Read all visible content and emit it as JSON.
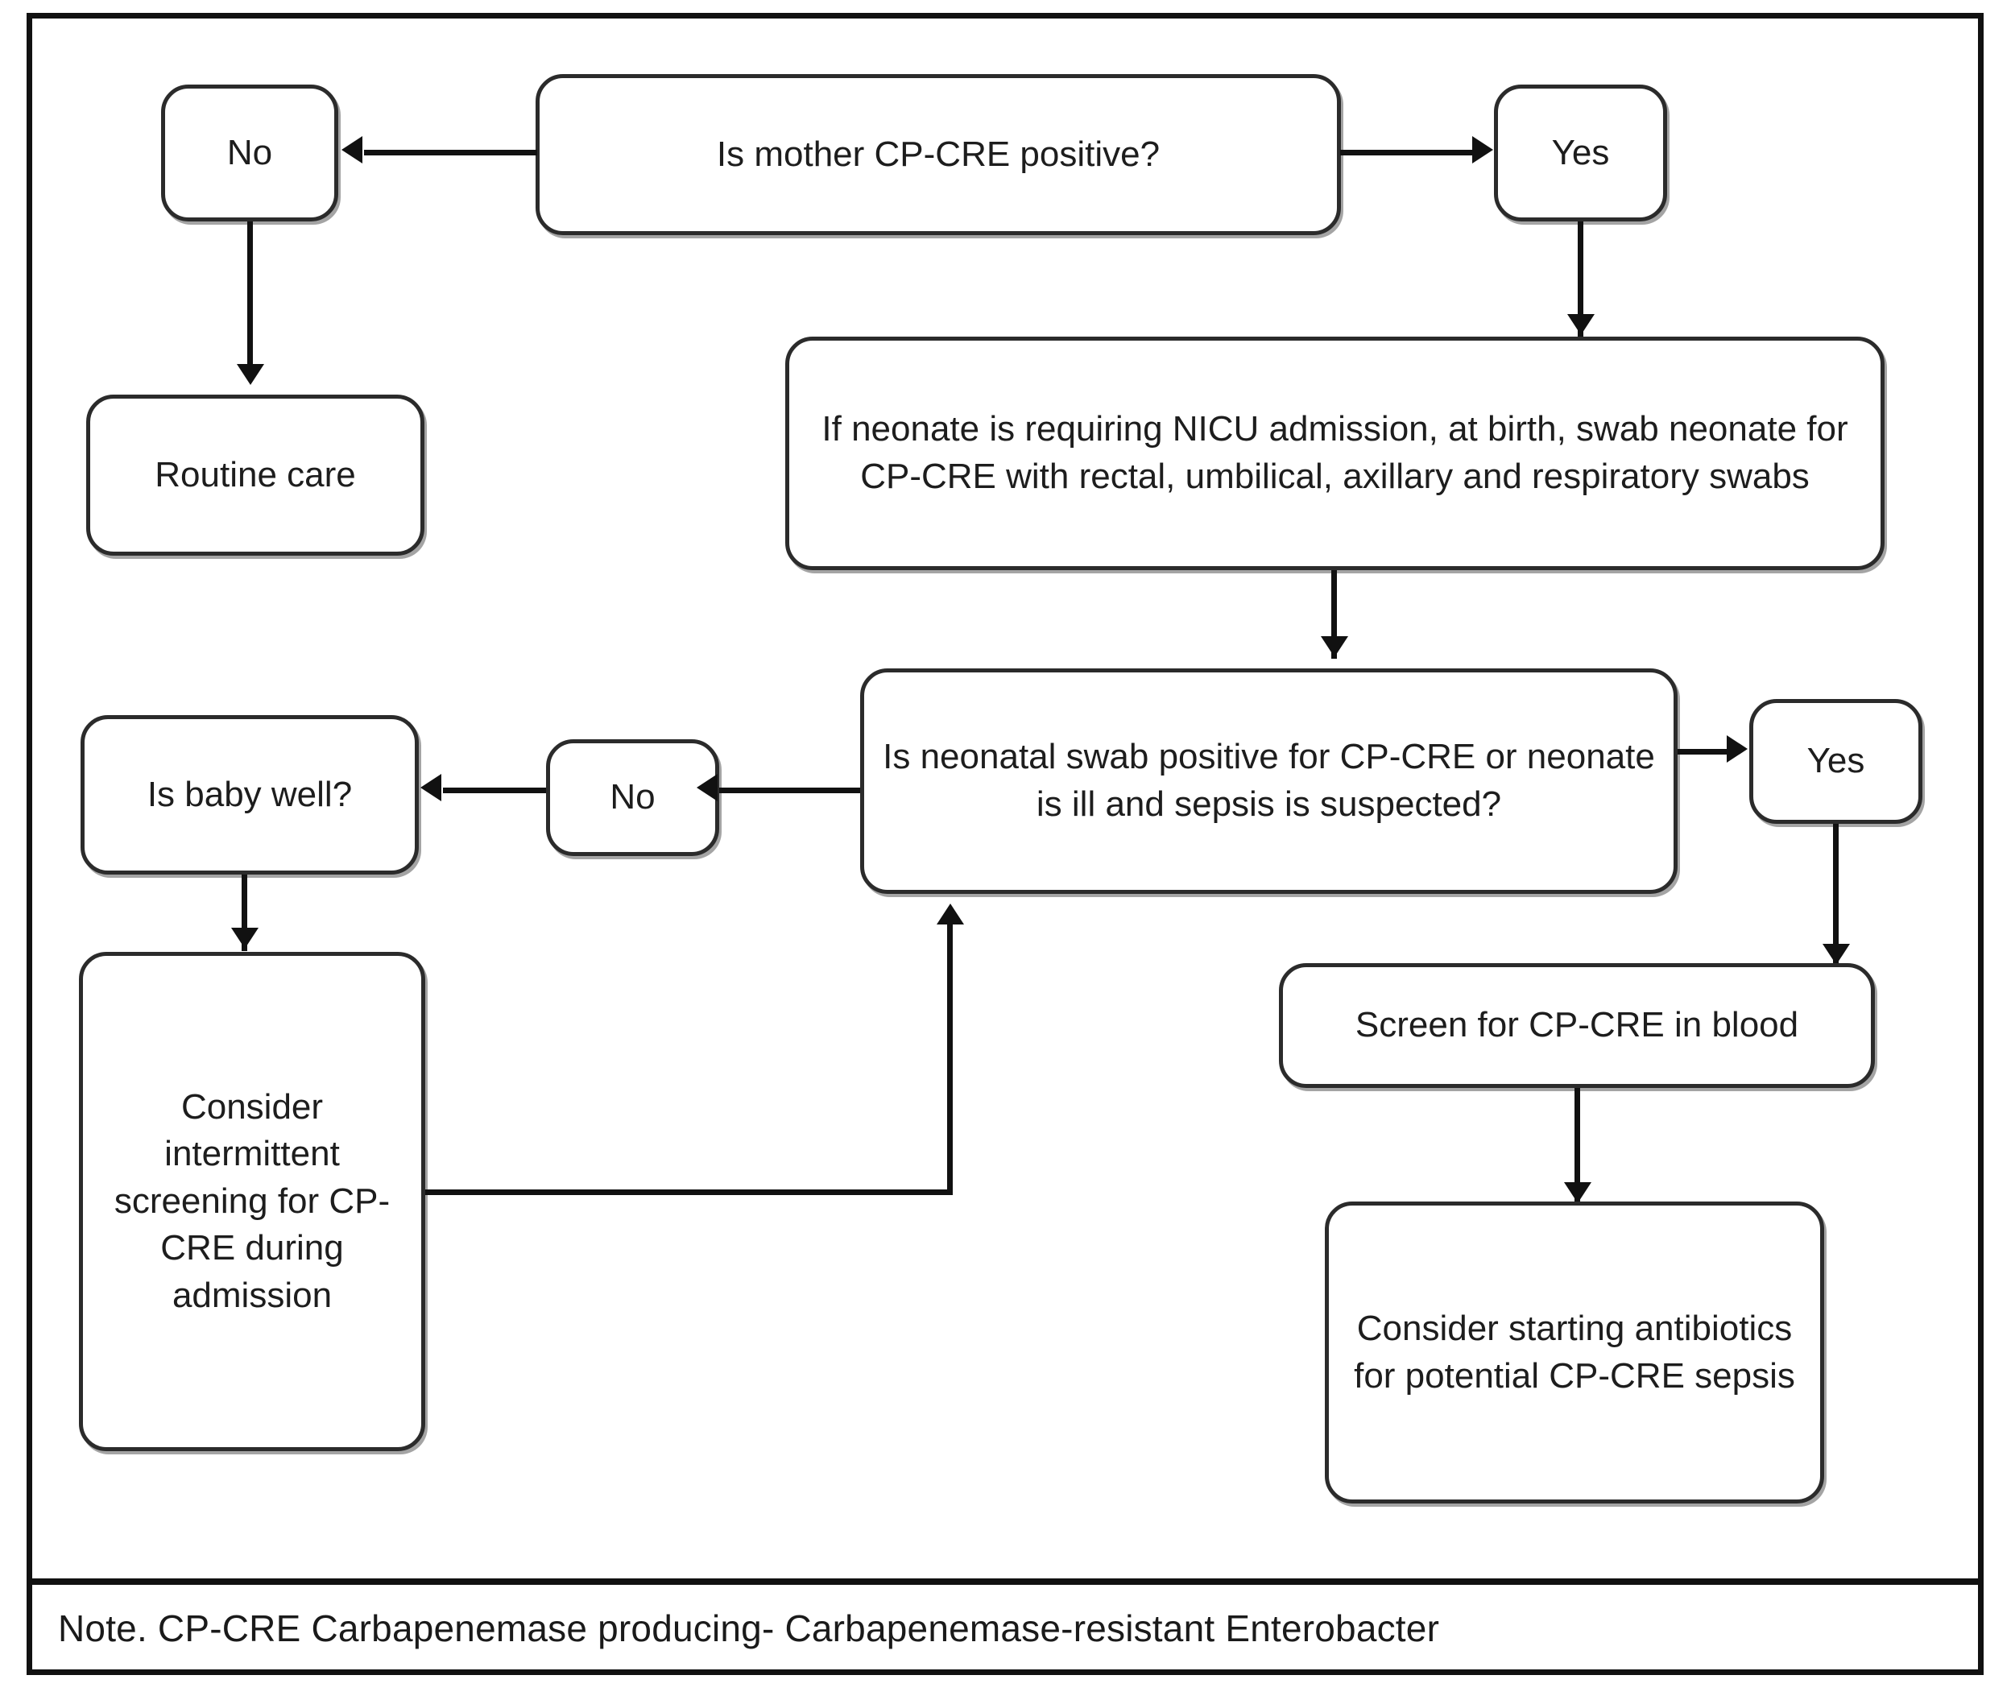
{
  "figure": {
    "type": "flowchart",
    "title": "",
    "note": "Note. CP-CRE Carbapenemase producing- Carbapenemase-resistant Enterobacter",
    "nodes": [
      {
        "id": "q-mother",
        "label": "Is mother CP-CRE positive?"
      },
      {
        "id": "no-mother",
        "label": "No"
      },
      {
        "id": "yes-mother",
        "label": "Yes"
      },
      {
        "id": "routine-care",
        "label": "Routine care"
      },
      {
        "id": "nicu-swab",
        "label": "If neonate is requiring NICU admission, at birth, swab neonate for CP-CRE with rectal, umbilical, axillary and respiratory swabs"
      },
      {
        "id": "q-swab",
        "label": "Is neonatal swab positive for CP-CRE or neonate is ill and sepsis is suspected?"
      },
      {
        "id": "no-swab",
        "label": "No"
      },
      {
        "id": "yes-swab",
        "label": "Yes"
      },
      {
        "id": "q-baby-well",
        "label": "Is baby well?"
      },
      {
        "id": "intermittent",
        "label": "Consider intermittent screening for CP-CRE during admission"
      },
      {
        "id": "screen-blood",
        "label": "Screen for CP-CRE in blood"
      },
      {
        "id": "antibiotics",
        "label": "Consider starting antibiotics for potential CP-CRE sepsis"
      }
    ],
    "edges": [
      {
        "from": "q-mother",
        "to": "no-mother",
        "label": ""
      },
      {
        "from": "q-mother",
        "to": "yes-mother",
        "label": ""
      },
      {
        "from": "no-mother",
        "to": "routine-care",
        "label": ""
      },
      {
        "from": "yes-mother",
        "to": "nicu-swab",
        "label": ""
      },
      {
        "from": "nicu-swab",
        "to": "q-swab",
        "label": ""
      },
      {
        "from": "q-swab",
        "to": "no-swab",
        "label": ""
      },
      {
        "from": "q-swab",
        "to": "yes-swab",
        "label": ""
      },
      {
        "from": "no-swab",
        "to": "q-baby-well",
        "label": ""
      },
      {
        "from": "q-baby-well",
        "to": "intermittent",
        "label": ""
      },
      {
        "from": "intermittent",
        "to": "q-swab",
        "label": ""
      },
      {
        "from": "yes-swab",
        "to": "screen-blood",
        "label": ""
      },
      {
        "from": "screen-blood",
        "to": "antibiotics",
        "label": ""
      }
    ],
    "colors": {
      "frame": "#111111",
      "node_border": "#2b2b2b",
      "node_fill": "#ffffff",
      "connector": "#111111",
      "text": "#1d1d1d"
    }
  }
}
